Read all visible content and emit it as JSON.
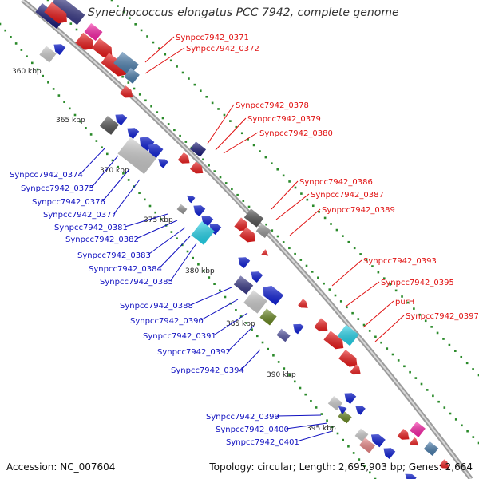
{
  "title": "Synechococcus elongatus PCC 7942, complete genome",
  "footer": {
    "accession": "Accession: NC_007604",
    "topology": "Topology: circular; Length: 2,695,903 bp; Genes: 2,664"
  },
  "colors": {
    "backbone": "#a0a0a0",
    "forward_strand_label": "#e01010",
    "reverse_strand_label": "#1010c0",
    "tick_dots": "#2a8a2a"
  },
  "kbp_ticks": [
    "360 kbp",
    "365 kbp",
    "370 kbp",
    "375 kbp",
    "380 kbp",
    "385 kbp",
    "390 kbp",
    "395 kbp"
  ],
  "forward_labels": [
    "Synpcc7942_0371",
    "Synpcc7942_0372",
    "Synpcc7942_0378",
    "Synpcc7942_0379",
    "Synpcc7942_0380",
    "Synpcc7942_0386",
    "Synpcc7942_0387",
    "Synpcc7942_0389",
    "Synpcc7942_0393",
    "Synpcc7942_0395",
    "purH",
    "Synpcc7942_0397"
  ],
  "reverse_labels": [
    "Synpcc7942_0374",
    "Synpcc7942_0375",
    "Synpcc7942_0376",
    "Synpcc7942_0377",
    "Synpcc7942_0381",
    "Synpcc7942_0382",
    "Synpcc7942_0383",
    "Synpcc7942_0384",
    "Synpcc7942_0385",
    "Synpcc7942_0388",
    "Synpcc7942_0390",
    "Synpcc7942_0391",
    "Synpcc7942_0392",
    "Synpcc7942_0394",
    "Synpcc7942_0399",
    "Synpcc7942_0400",
    "Synpcc7942_0401"
  ]
}
